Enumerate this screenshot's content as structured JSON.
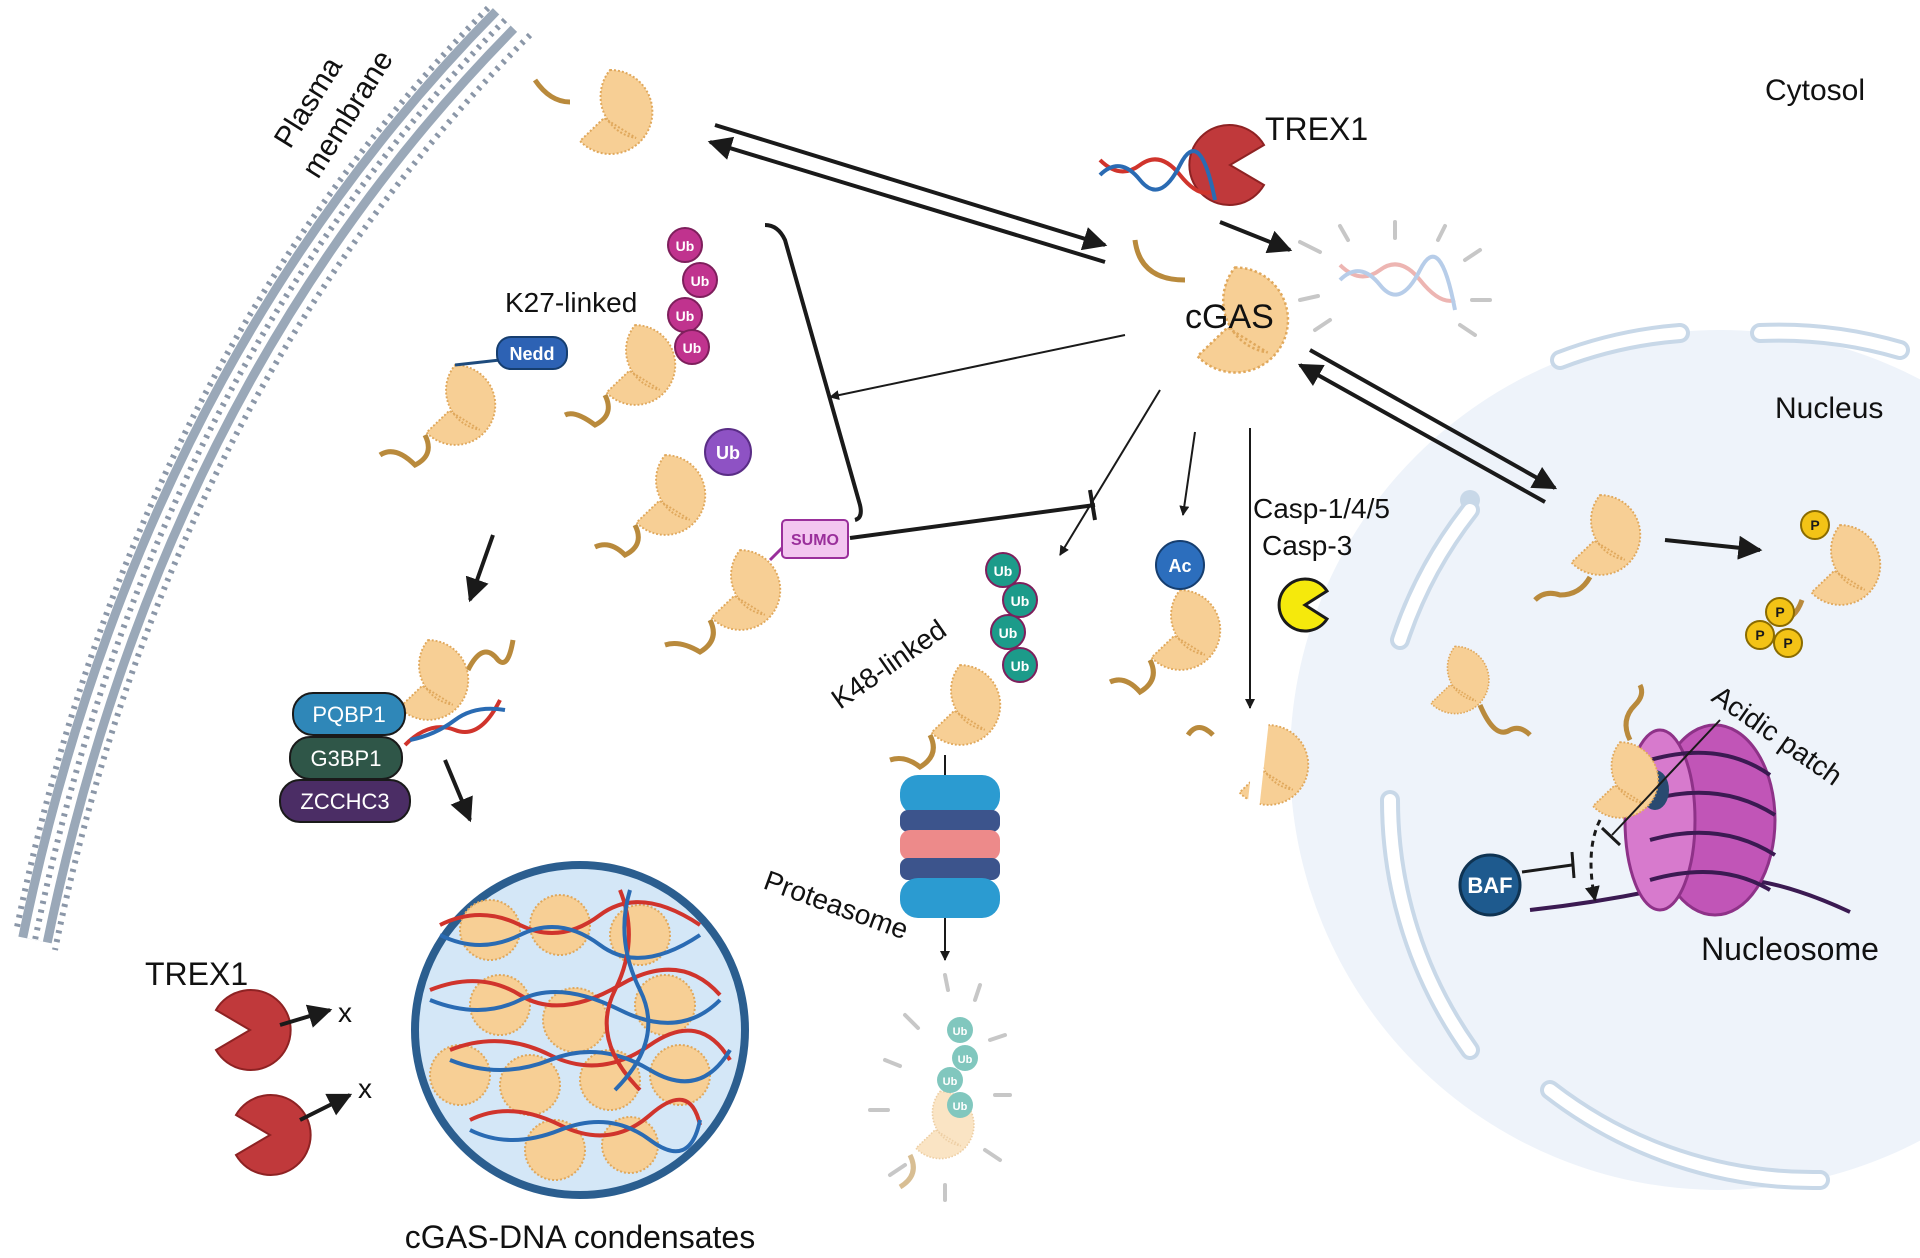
{
  "labels": {
    "plasma_membrane_1": "Plasma",
    "plasma_membrane_2": "membrane",
    "cytosol": "Cytosol",
    "nucleus": "Nucleus",
    "trex1_top": "TREX1",
    "cgas": "cGAS",
    "k27_linked": "K27-linked",
    "k48_linked": "K48-linked",
    "proteasome": "Proteasome",
    "casp_line1": "Casp-1/4/5",
    "casp_line2": "Casp-3",
    "acidic_patch": "Acidic patch",
    "nucleosome": "Nucleosome",
    "trex1_bottom": "TREX1",
    "condensates": "cGAS-DNA condensates",
    "x_mark": "x"
  },
  "badges": {
    "ub": "Ub",
    "nedd": "Nedd",
    "sumo": "SUMO",
    "ac": "Ac",
    "p": "P",
    "baf": "BAF"
  },
  "binding_proteins": [
    "PQBP1",
    "G3BP1",
    "ZCCHC3"
  ],
  "colors": {
    "cgas_fill": "#f7cf95",
    "cgas_stroke": "#e0a85c",
    "tail": "#b98a3c",
    "trex1": "#c0393b",
    "ub_k27": "#c0338e",
    "ub_generic": "#8e52c4",
    "ub_k48": "#1c9b8a",
    "nedd": "#2d62b4",
    "sumo_fill": "#f3c6f0",
    "sumo_text": "#9a2f9b",
    "ac": "#2c6ebd",
    "phospho": "#f3c316",
    "caspase": "#f5e90c",
    "pqbp1": "#2f87b8",
    "g3bp1": "#2f5648",
    "zcchc3": "#4b2d65",
    "baf": "#1e5a8e",
    "nucleosome": "#c155b7",
    "nucleus_fill": "#eef3fa",
    "envelope": "#c8d8e8",
    "condensate_fill": "#d4e7f7",
    "condensate_ring": "#2b5e8f",
    "dna_red": "#d0342c",
    "dna_blue": "#2a6bb3"
  }
}
